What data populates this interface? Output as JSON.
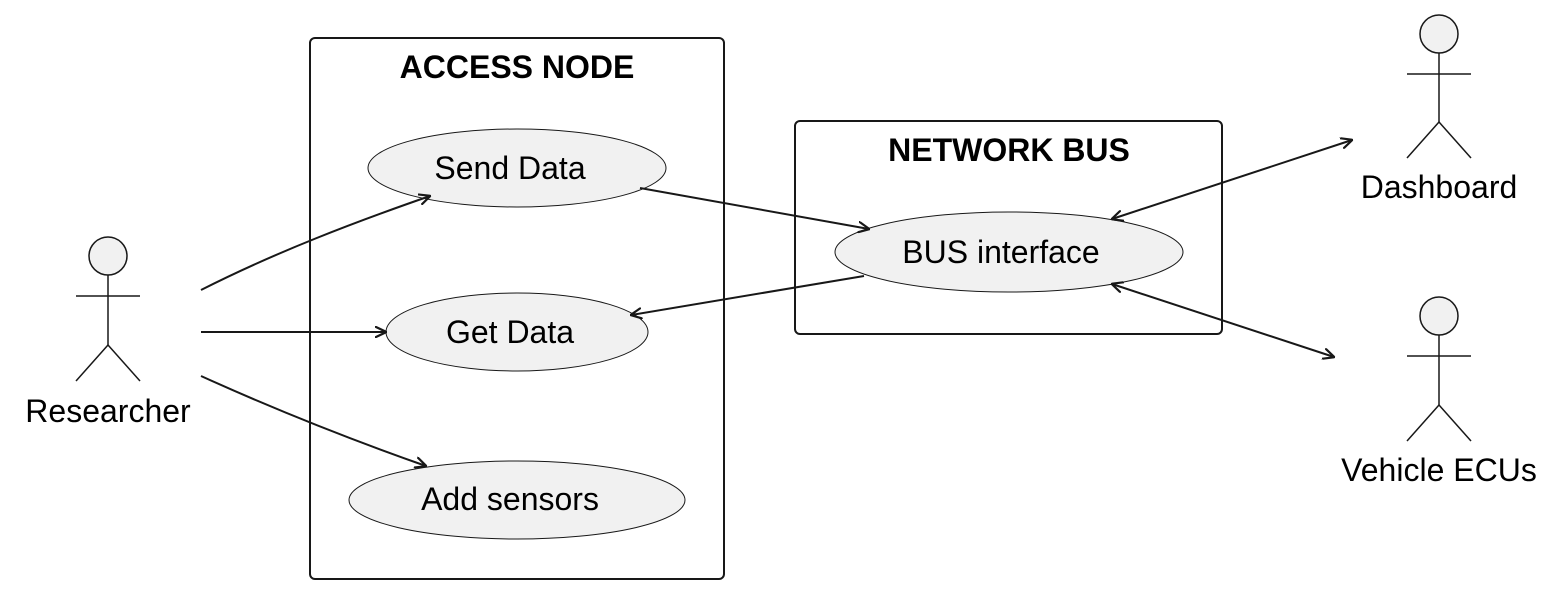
{
  "colors": {
    "line": "#181818",
    "usecase_fill": "#f1f1f1",
    "actor_head_fill": "#f1f1f1",
    "background": "#ffffff",
    "text": "#000000"
  },
  "packages": {
    "access_node": {
      "title": "ACCESS NODE"
    },
    "network_bus": {
      "title": "NETWORK BUS"
    }
  },
  "usecases": {
    "send_data": {
      "label": "Send Data"
    },
    "get_data": {
      "label": "Get Data"
    },
    "add_sensors": {
      "label": "Add sensors"
    },
    "bus_interface": {
      "label": "BUS interface"
    }
  },
  "actors": {
    "researcher": {
      "label": "Researcher"
    },
    "dashboard": {
      "label": "Dashboard"
    },
    "vehicle_ecus": {
      "label": "Vehicle ECUs"
    }
  },
  "relations": [
    {
      "from": "Researcher",
      "to": "Send Data",
      "arrow": "to"
    },
    {
      "from": "Researcher",
      "to": "Get Data",
      "arrow": "to"
    },
    {
      "from": "Researcher",
      "to": "Add sensors",
      "arrow": "to"
    },
    {
      "from": "Send Data",
      "to": "BUS interface",
      "arrow": "to"
    },
    {
      "from": "BUS interface",
      "to": "Get Data",
      "arrow": "to"
    },
    {
      "from": "BUS interface",
      "to": "Dashboard",
      "arrow": "both"
    },
    {
      "from": "BUS interface",
      "to": "Vehicle ECUs",
      "arrow": "both"
    }
  ]
}
